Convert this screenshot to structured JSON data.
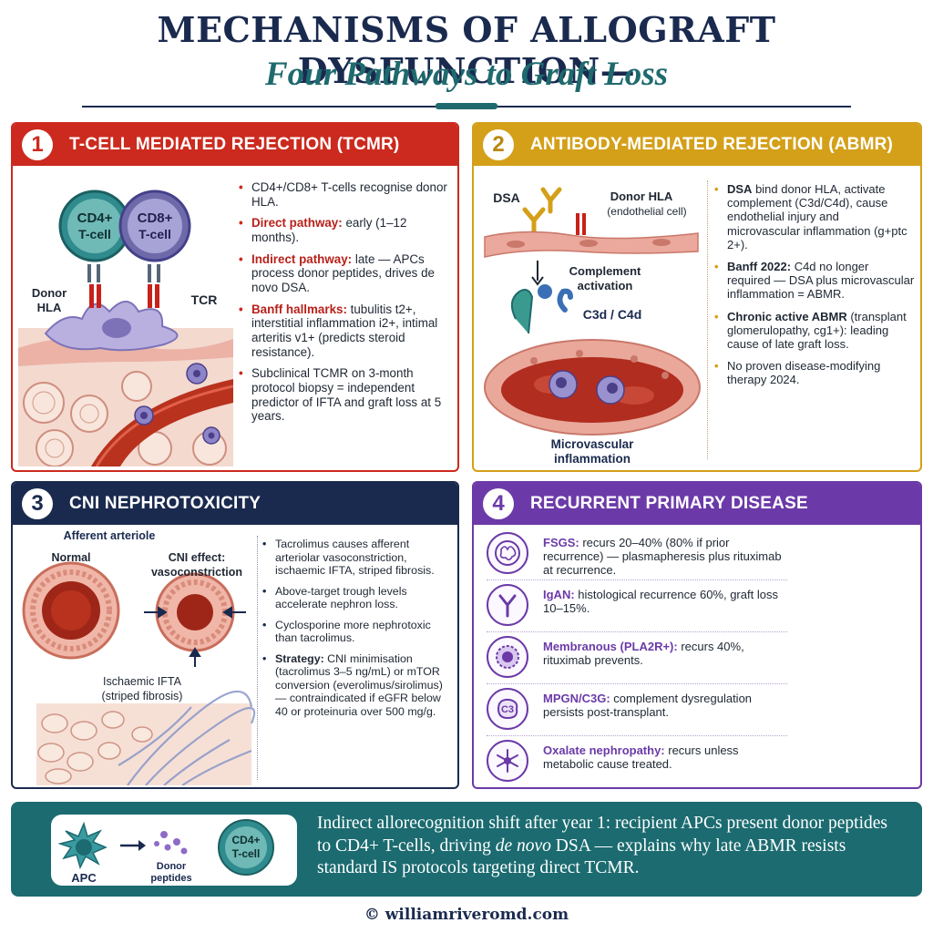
{
  "header": {
    "title": "MECHANISMS OF ALLOGRAFT DYSFUNCTION—",
    "subtitle": "Four Pathways to Graft Loss"
  },
  "colors": {
    "red": "#cc2a1e",
    "gold": "#d4a019",
    "navy": "#1a2a4f",
    "purple": "#6b3aa8",
    "teal": "#1b6b70"
  },
  "tcmr": {
    "number": "1",
    "title": "T-CELL MEDIATED REJECTION (TCMR)",
    "labels": {
      "cd4": "CD4+",
      "cd8": "CD8+",
      "tcell": "T-cell",
      "tcell2": "T-cell",
      "donor1": "Donor",
      "donor2": "HLA",
      "tcr": "TCR"
    },
    "bullets": [
      {
        "lead": "",
        "text": "CD4+/CD8+ T-cells recognise donor HLA."
      },
      {
        "lead": "Direct pathway:",
        "text": " early (1–12 months)."
      },
      {
        "lead": "Indirect pathway:",
        "text": " late — APCs process donor peptides, drives de novo DSA."
      },
      {
        "lead": "Banff hallmarks:",
        "text": " tubulitis t2+, interstitial inflammation i2+, intimal arteritis v1+ (predicts steroid resistance)."
      },
      {
        "lead": "",
        "text": "Subclinical TCMR on 3-month protocol biopsy = independent predictor of IFTA and graft loss at 5 years."
      }
    ]
  },
  "abmr": {
    "number": "2",
    "title": "ANTIBODY-MEDIATED REJECTION (ABMR)",
    "labels": {
      "dsa": "DSA",
      "hla1": "Donor HLA",
      "hla2": "(endothelial cell)",
      "comp1": "Complement",
      "comp2": "activation",
      "c3d": "C3d / C4d",
      "mvi1": "Microvascular",
      "mvi2": "inflammation"
    },
    "bullets": [
      {
        "lead": "DSA",
        "text": " bind donor HLA, activate complement (C3d/C4d), cause endothelial injury and microvascular inflammation (g+ptc 2+)."
      },
      {
        "lead": "Banff 2022:",
        "text": " C4d no longer required — DSA plus microvascular inflammation = ABMR."
      },
      {
        "lead": "Chronic active ABMR",
        "text": " (transplant glomerulopathy, cg1+): leading cause of late graft loss."
      },
      {
        "lead": "",
        "text": "No proven disease-modifying therapy 2024."
      }
    ]
  },
  "cni": {
    "number": "3",
    "title": "CNI NEPHROTOXICITY",
    "labels": {
      "arteriole": "Afferent arteriole",
      "normal": "Normal",
      "effect1": "CNI effect:",
      "effect2": "vasoconstriction",
      "ifta1": "Ischaemic IFTA",
      "ifta2": "(striped fibrosis)"
    },
    "bullets": [
      {
        "lead": "",
        "text": "Tacrolimus causes afferent arteriolar vasoconstriction, ischaemic IFTA, striped fibrosis."
      },
      {
        "lead": "",
        "text": "Above-target trough levels accelerate nephron loss."
      },
      {
        "lead": "",
        "text": "Cyclosporine more nephrotoxic than tacrolimus."
      },
      {
        "lead": "Strategy:",
        "text": " CNI minimisation (tacrolimus 3–5 ng/mL) or mTOR conversion (everolimus/sirolimus) — contraindicated if eGFR below 40 or proteinuria over 500 mg/g."
      }
    ]
  },
  "recurrent": {
    "number": "4",
    "title": "RECURRENT PRIMARY DISEASE",
    "items": [
      {
        "icon": "glomerulus-icon",
        "lead": "FSGS:",
        "text": " recurs 20–40% (80% if prior recurrence) — plasmapheresis plus rituximab at recurrence."
      },
      {
        "icon": "antibody-icon",
        "lead": "IgAN:",
        "text": " histological recurrence 60%, graft loss 10–15%."
      },
      {
        "icon": "membrane-icon",
        "lead": "Membranous (PLA2R+):",
        "text": " recurs 40%, rituximab prevents."
      },
      {
        "icon": "c3-icon",
        "lead": "MPGN/C3G:",
        "text": " complement dysregulation persists post-transplant."
      },
      {
        "icon": "crystal-icon",
        "lead": "Oxalate nephropathy:",
        "text": " recurs unless metabolic cause treated."
      }
    ],
    "c3_label": "C3"
  },
  "banner": {
    "apc": "APC",
    "peptides1": "Donor",
    "peptides2": "peptides",
    "cd4": "CD4+",
    "tcell": "T-cell",
    "text_a": "Indirect allorecognition shift after year 1: recipient APCs present donor peptides to CD4+ T-cells, driving ",
    "text_em": "de novo",
    "text_b": " DSA — explains why late ABMR resists standard IS protocols targeting direct TCMR."
  },
  "footer": "© williamriveromd.com"
}
